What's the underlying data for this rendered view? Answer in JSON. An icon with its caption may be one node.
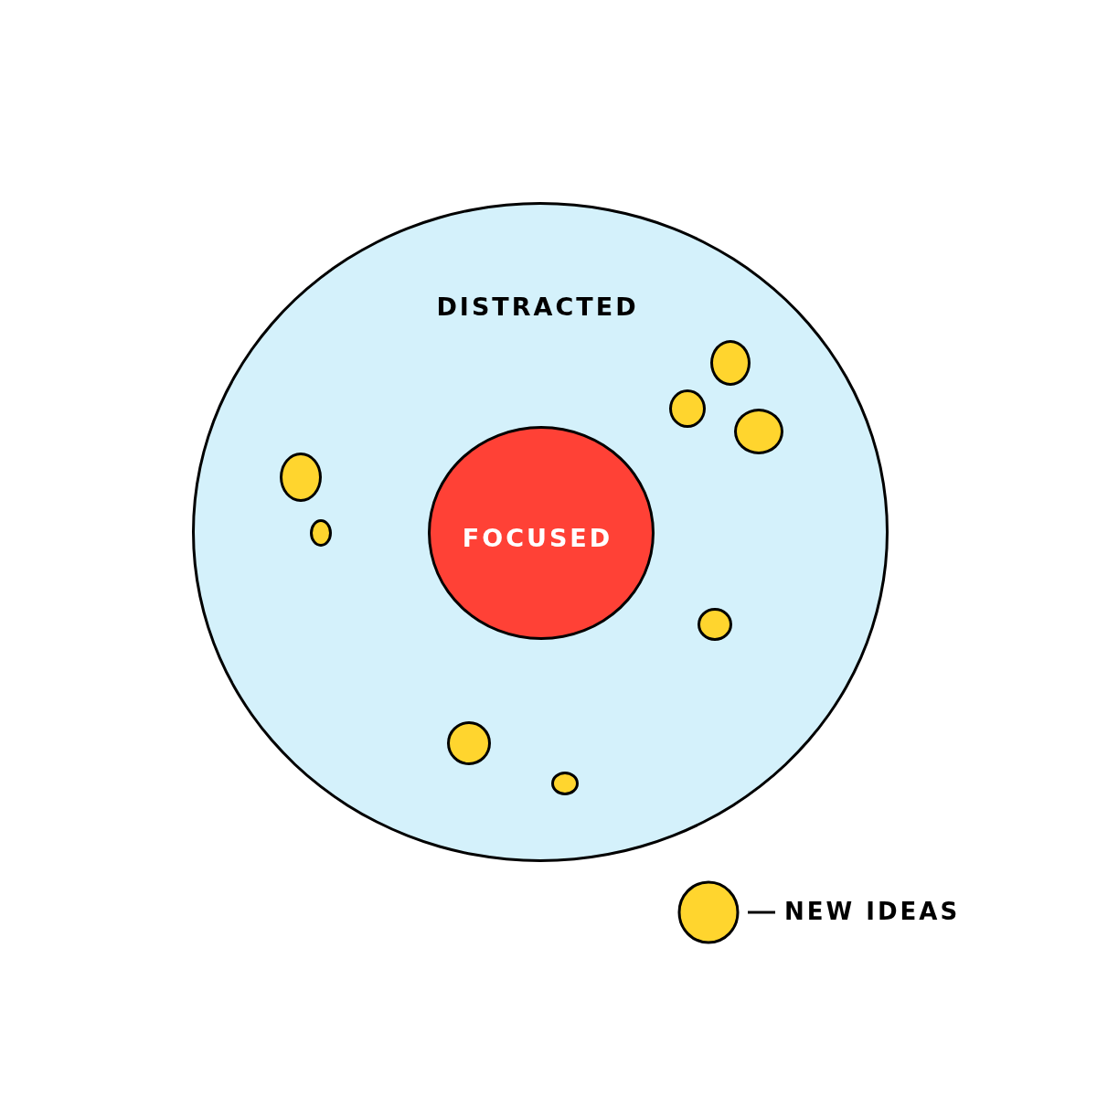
{
  "diagram": {
    "nodes": [
      {
        "text": [
          "DISTRACTED"
        ]
      },
      {
        "text": [
          "FOCUSED"
        ],
        "in": 0
      },
      {
        "text": [],
        "shape": "circle",
        "in": 0
      },
      {
        "text": [],
        "shape": "circle",
        "in": 0
      },
      {
        "text": [],
        "shape": "circle",
        "in": 0
      },
      {
        "text": [],
        "shape": "circle",
        "in": 0
      },
      {
        "text": [],
        "shape": "circle",
        "in": 0
      },
      {
        "text": [],
        "shape": "circle",
        "in": 0
      },
      {
        "text": [],
        "shape": "circle",
        "in": 0
      },
      {
        "text": [],
        "shape": "circle",
        "in": 0
      }
    ],
    "legend": [
      {
        "text": "NEW IDEAS"
      }
    ]
  }
}
